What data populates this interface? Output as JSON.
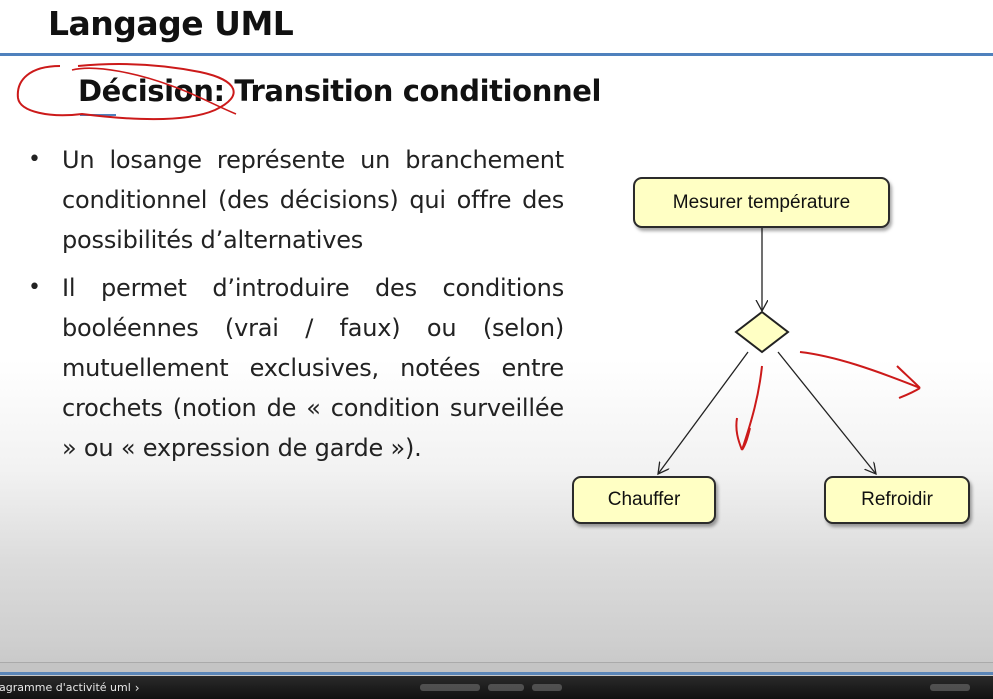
{
  "slide": {
    "title": "Langage UML",
    "subtitle": "Décision: Transition conditionnel",
    "bullets": [
      "Un losange représente un branchement conditionnel (des décisions) qui offre des possibilités d’alternatives",
      "Il permet d’introduire des conditions booléennes (vrai / faux) ou (selon) mutuellement exclusives, notées entre crochets (notion de « condition surveillée » ou « expression de garde »)."
    ],
    "bullet_symbol": "•"
  },
  "diagram": {
    "measure_node": "Mesurer température",
    "heat_node": "Chauffer",
    "cool_node": "Refroidir",
    "node_fill": "#ffffc4",
    "annotation_color": "#d01818"
  },
  "player": {
    "chapter_label": "iagramme d'activité uml",
    "chevron": "›"
  },
  "colors": {
    "accent_rule": "#4f81bd",
    "nav_bar": "#1a1a1a"
  }
}
